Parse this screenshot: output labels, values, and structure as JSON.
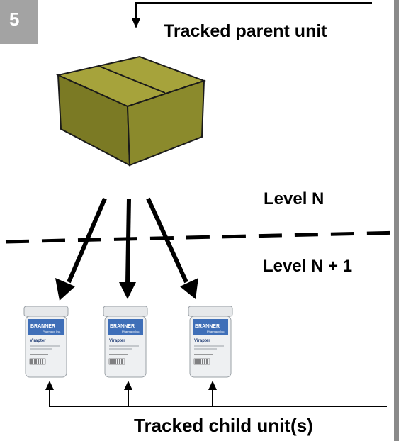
{
  "step": {
    "number": "5"
  },
  "labels": {
    "parent": "Tracked parent unit",
    "level_n": "Level N",
    "level_n_plus_1": "Level N + 1",
    "child": "Tracked child unit(s)"
  },
  "jar": {
    "brand": "BRANNER",
    "brand_sub": "Pharmacy Inc.",
    "product": "Virapter",
    "colors": {
      "cap": "#e6e8ea",
      "label": "#3f6fb8",
      "body": "#eef0f2"
    }
  },
  "colors": {
    "box_front": "#8b8a2c",
    "box_side": "#6f6d1e",
    "box_top": "#a6a33b",
    "rule": "#8a8a8a",
    "badge": "#a3a3a3"
  }
}
